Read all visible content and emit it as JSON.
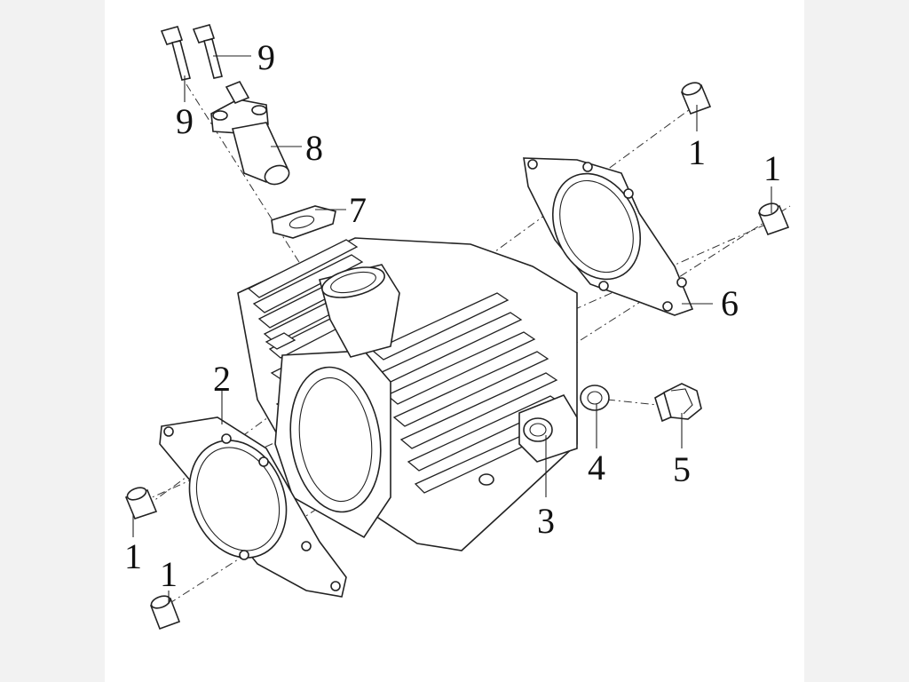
{
  "diagram": {
    "callouts": [
      {
        "id": "c1a",
        "text": "1"
      },
      {
        "id": "c1b",
        "text": "1"
      },
      {
        "id": "c1c",
        "text": "1"
      },
      {
        "id": "c1d",
        "text": "1"
      },
      {
        "id": "c2",
        "text": "2"
      },
      {
        "id": "c3",
        "text": "3"
      },
      {
        "id": "c4",
        "text": "4"
      },
      {
        "id": "c5",
        "text": "5"
      },
      {
        "id": "c6",
        "text": "6"
      },
      {
        "id": "c7",
        "text": "7"
      },
      {
        "id": "c8",
        "text": "8"
      },
      {
        "id": "c9a",
        "text": "9"
      },
      {
        "id": "c9b",
        "text": "9"
      }
    ]
  }
}
